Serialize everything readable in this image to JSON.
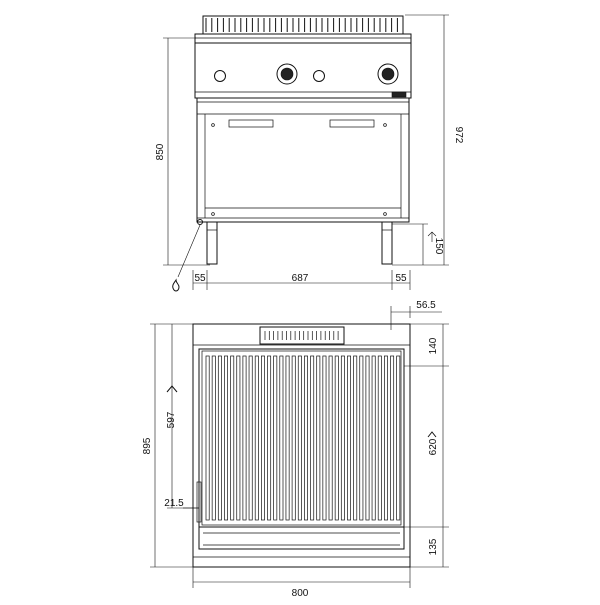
{
  "dimensions": {
    "height_body": "850",
    "height_total": "972",
    "leg_height": "150",
    "side_left": "55",
    "inner_width": "687",
    "side_right": "55",
    "grill_depth_total": "895",
    "grill_inner_depth": "597",
    "offset_left": "21.5",
    "top_offset": "56.5",
    "top_band": "140",
    "grill_mid": "620",
    "front_band": "135",
    "total_width": "800"
  }
}
